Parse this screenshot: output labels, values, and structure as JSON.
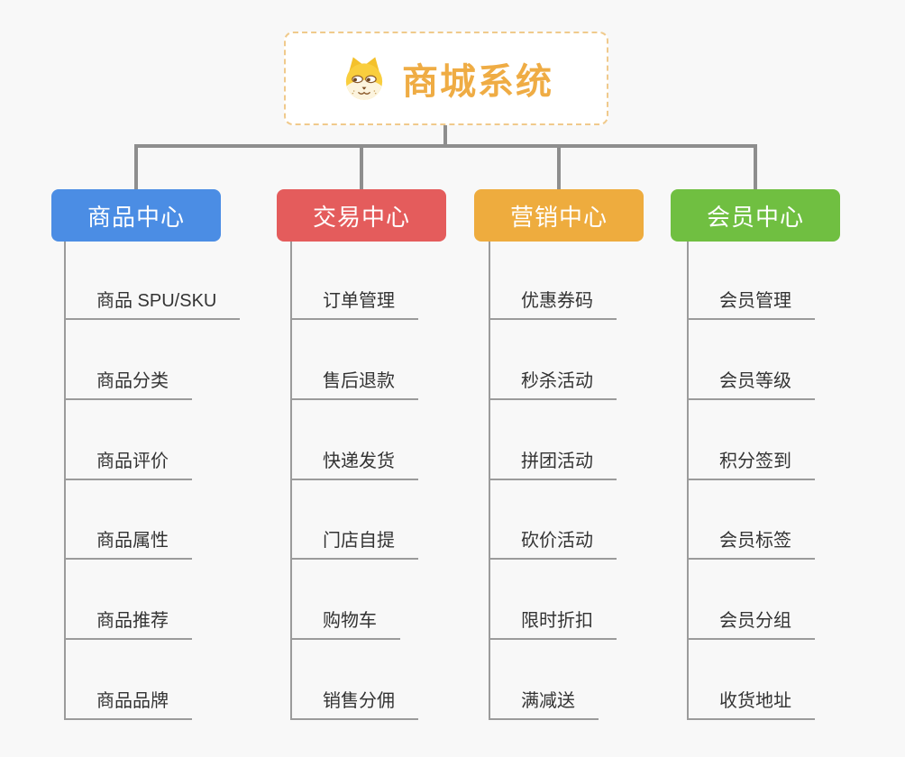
{
  "root": {
    "title": "商城系统",
    "title_color": "#efac44",
    "border_color": "#f0ca8c",
    "icon": "dog-face-icon"
  },
  "connector_color": "#8e8e8e",
  "leaf_line_color": "#9b9b9b",
  "branches": [
    {
      "label": "商品中心",
      "color": "#4b8de4",
      "items": [
        "商品 SPU/SKU",
        "商品分类",
        "商品评价",
        "商品属性",
        "商品推荐",
        "商品品牌"
      ]
    },
    {
      "label": "交易中心",
      "color": "#e45c5c",
      "items": [
        "订单管理",
        "售后退款",
        "快递发货",
        "门店自提",
        "购物车",
        "销售分佣"
      ]
    },
    {
      "label": "营销中心",
      "color": "#eeac3e",
      "items": [
        "优惠券码",
        "秒杀活动",
        "拼团活动",
        "砍价活动",
        "限时折扣",
        "满减送"
      ]
    },
    {
      "label": "会员中心",
      "color": "#70bf41",
      "items": [
        "会员管理",
        "会员等级",
        "积分签到",
        "会员标签",
        "会员分组",
        "收货地址"
      ]
    }
  ]
}
